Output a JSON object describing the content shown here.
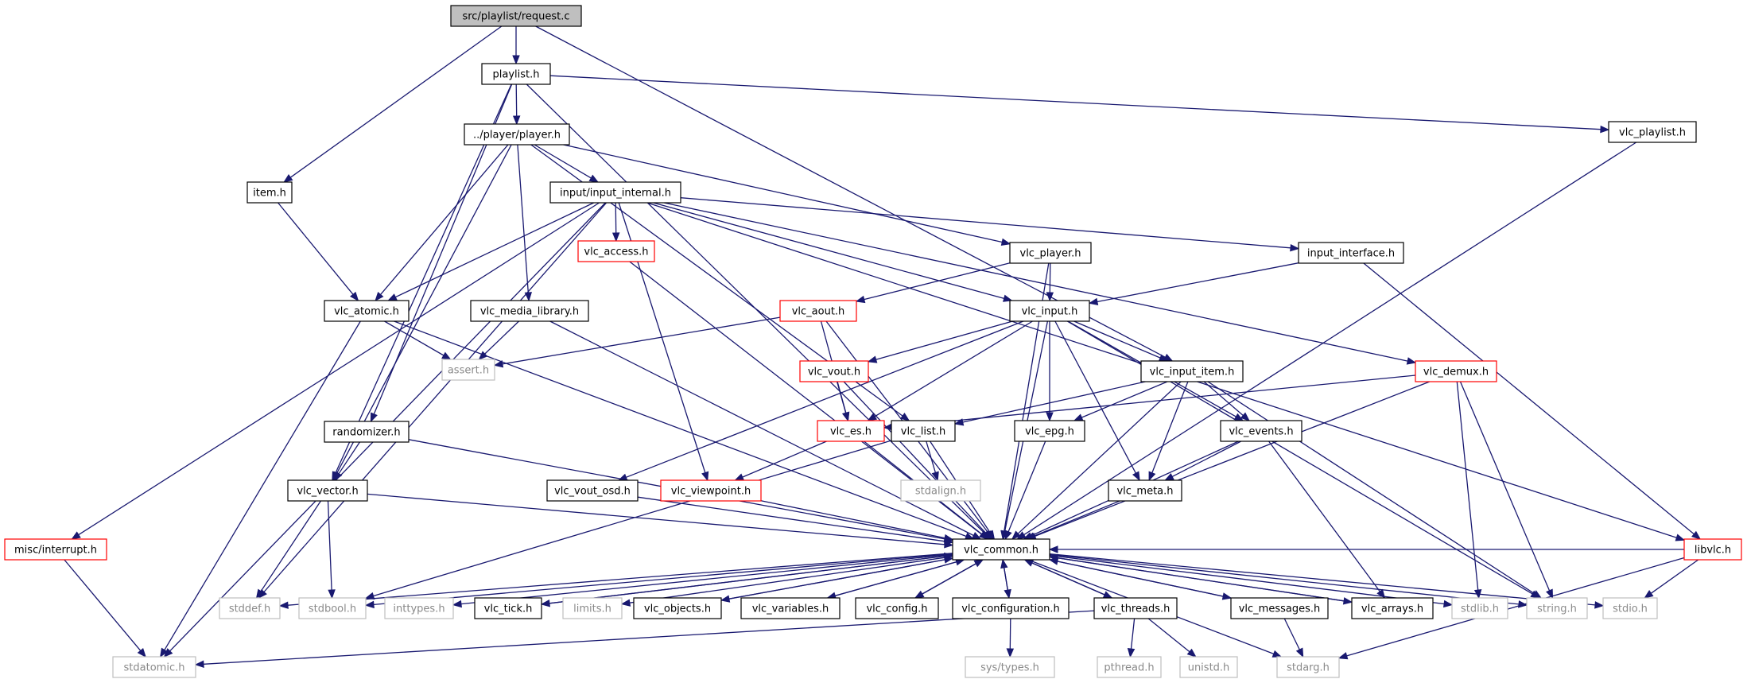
{
  "diagram": {
    "type": "include-dependency-graph",
    "colors": {
      "edge": "#191970",
      "root_fill": "#bfbfbf",
      "file_border": "#000000",
      "truncated_border": "#ff0000",
      "system_border": "#bfbfbf",
      "system_text": "#8a8a8a"
    },
    "nodes": [
      {
        "id": "request",
        "label": "src/playlist/request.c",
        "kind": "root"
      },
      {
        "id": "playlist",
        "label": "playlist.h",
        "kind": "file"
      },
      {
        "id": "player",
        "label": "../player/player.h",
        "kind": "file"
      },
      {
        "id": "vlc_playlist",
        "label": "vlc_playlist.h",
        "kind": "file"
      },
      {
        "id": "item",
        "label": "item.h",
        "kind": "file"
      },
      {
        "id": "input_internal",
        "label": "input/input_internal.h",
        "kind": "file"
      },
      {
        "id": "vlc_access",
        "label": "vlc_access.h",
        "kind": "truncated"
      },
      {
        "id": "vlc_player",
        "label": "vlc_player.h",
        "kind": "file"
      },
      {
        "id": "input_interface",
        "label": "input_interface.h",
        "kind": "file"
      },
      {
        "id": "vlc_atomic",
        "label": "vlc_atomic.h",
        "kind": "file"
      },
      {
        "id": "vlc_media_library",
        "label": "vlc_media_library.h",
        "kind": "file"
      },
      {
        "id": "vlc_aout",
        "label": "vlc_aout.h",
        "kind": "truncated"
      },
      {
        "id": "vlc_input",
        "label": "vlc_input.h",
        "kind": "file"
      },
      {
        "id": "assert",
        "label": "assert.h",
        "kind": "system"
      },
      {
        "id": "vlc_vout",
        "label": "vlc_vout.h",
        "kind": "truncated"
      },
      {
        "id": "vlc_input_item",
        "label": "vlc_input_item.h",
        "kind": "file"
      },
      {
        "id": "vlc_demux",
        "label": "vlc_demux.h",
        "kind": "truncated"
      },
      {
        "id": "randomizer",
        "label": "randomizer.h",
        "kind": "file"
      },
      {
        "id": "vlc_es",
        "label": "vlc_es.h",
        "kind": "truncated"
      },
      {
        "id": "vlc_list",
        "label": "vlc_list.h",
        "kind": "file"
      },
      {
        "id": "vlc_epg",
        "label": "vlc_epg.h",
        "kind": "file"
      },
      {
        "id": "vlc_events",
        "label": "vlc_events.h",
        "kind": "file"
      },
      {
        "id": "vlc_vector",
        "label": "vlc_vector.h",
        "kind": "file"
      },
      {
        "id": "vlc_vout_osd",
        "label": "vlc_vout_osd.h",
        "kind": "file"
      },
      {
        "id": "vlc_viewpoint",
        "label": "vlc_viewpoint.h",
        "kind": "truncated"
      },
      {
        "id": "stdalign",
        "label": "stdalign.h",
        "kind": "system"
      },
      {
        "id": "vlc_meta",
        "label": "vlc_meta.h",
        "kind": "file"
      },
      {
        "id": "misc_interrupt",
        "label": "misc/interrupt.h",
        "kind": "truncated"
      },
      {
        "id": "vlc_common",
        "label": "vlc_common.h",
        "kind": "file"
      },
      {
        "id": "libvlc",
        "label": "libvlc.h",
        "kind": "truncated"
      },
      {
        "id": "stddef",
        "label": "stddef.h",
        "kind": "system"
      },
      {
        "id": "stdbool",
        "label": "stdbool.h",
        "kind": "system"
      },
      {
        "id": "inttypes",
        "label": "inttypes.h",
        "kind": "system"
      },
      {
        "id": "vlc_tick",
        "label": "vlc_tick.h",
        "kind": "file"
      },
      {
        "id": "limits",
        "label": "limits.h",
        "kind": "system"
      },
      {
        "id": "vlc_objects",
        "label": "vlc_objects.h",
        "kind": "file"
      },
      {
        "id": "vlc_variables",
        "label": "vlc_variables.h",
        "kind": "file"
      },
      {
        "id": "vlc_config",
        "label": "vlc_config.h",
        "kind": "file"
      },
      {
        "id": "vlc_configuration",
        "label": "vlc_configuration.h",
        "kind": "file"
      },
      {
        "id": "vlc_threads",
        "label": "vlc_threads.h",
        "kind": "file"
      },
      {
        "id": "vlc_messages",
        "label": "vlc_messages.h",
        "kind": "file"
      },
      {
        "id": "vlc_arrays",
        "label": "vlc_arrays.h",
        "kind": "file"
      },
      {
        "id": "stdlib",
        "label": "stdlib.h",
        "kind": "system"
      },
      {
        "id": "string",
        "label": "string.h",
        "kind": "system"
      },
      {
        "id": "stdio",
        "label": "stdio.h",
        "kind": "system"
      },
      {
        "id": "stdatomic",
        "label": "stdatomic.h",
        "kind": "system"
      },
      {
        "id": "sys_types",
        "label": "sys/types.h",
        "kind": "system"
      },
      {
        "id": "pthread",
        "label": "pthread.h",
        "kind": "system"
      },
      {
        "id": "unistd",
        "label": "unistd.h",
        "kind": "system"
      },
      {
        "id": "stdarg",
        "label": "stdarg.h",
        "kind": "system"
      }
    ],
    "edges": [
      [
        "request",
        "playlist"
      ],
      [
        "request",
        "item"
      ],
      [
        "request",
        "vlc_input_item"
      ],
      [
        "playlist",
        "player"
      ],
      [
        "playlist",
        "vlc_playlist"
      ],
      [
        "playlist",
        "randomizer"
      ],
      [
        "playlist",
        "vlc_vector"
      ],
      [
        "playlist",
        "vlc_common"
      ],
      [
        "player",
        "input_internal"
      ],
      [
        "player",
        "vlc_player"
      ],
      [
        "player",
        "vlc_atomic"
      ],
      [
        "player",
        "vlc_media_library"
      ],
      [
        "player",
        "vlc_list"
      ],
      [
        "player",
        "vlc_vector"
      ],
      [
        "vlc_playlist",
        "vlc_common"
      ],
      [
        "item",
        "vlc_atomic"
      ],
      [
        "input_internal",
        "vlc_access"
      ],
      [
        "input_internal",
        "input_interface"
      ],
      [
        "input_internal",
        "vlc_atomic"
      ],
      [
        "input_internal",
        "vlc_input"
      ],
      [
        "input_internal",
        "vlc_demux"
      ],
      [
        "input_internal",
        "libvlc"
      ],
      [
        "input_internal",
        "vlc_viewpoint"
      ],
      [
        "input_internal",
        "misc_interrupt"
      ],
      [
        "input_internal",
        "stddef"
      ],
      [
        "input_internal",
        "stdatomic"
      ],
      [
        "vlc_access",
        "vlc_common"
      ],
      [
        "vlc_player",
        "vlc_input"
      ],
      [
        "vlc_player",
        "vlc_aout"
      ],
      [
        "vlc_player",
        "vlc_common"
      ],
      [
        "input_interface",
        "vlc_input"
      ],
      [
        "input_interface",
        "libvlc"
      ],
      [
        "vlc_atomic",
        "assert"
      ],
      [
        "vlc_atomic",
        "stdatomic"
      ],
      [
        "vlc_atomic",
        "vlc_common"
      ],
      [
        "vlc_media_library",
        "assert"
      ],
      [
        "vlc_media_library",
        "vlc_common"
      ],
      [
        "vlc_aout",
        "assert"
      ],
      [
        "vlc_aout",
        "vlc_es"
      ],
      [
        "vlc_aout",
        "vlc_common"
      ],
      [
        "vlc_input",
        "vlc_input_item"
      ],
      [
        "vlc_input",
        "vlc_vout"
      ],
      [
        "vlc_input",
        "vlc_es"
      ],
      [
        "vlc_input",
        "vlc_epg"
      ],
      [
        "vlc_input",
        "vlc_events"
      ],
      [
        "vlc_input",
        "vlc_meta"
      ],
      [
        "vlc_input",
        "vlc_vout_osd"
      ],
      [
        "vlc_input",
        "vlc_common"
      ],
      [
        "vlc_input",
        "string"
      ],
      [
        "vlc_vout",
        "vlc_es"
      ],
      [
        "vlc_vout",
        "vlc_common"
      ],
      [
        "vlc_input_item",
        "vlc_list"
      ],
      [
        "vlc_input_item",
        "vlc_epg"
      ],
      [
        "vlc_input_item",
        "vlc_events"
      ],
      [
        "vlc_input_item",
        "vlc_meta"
      ],
      [
        "vlc_input_item",
        "vlc_common"
      ],
      [
        "vlc_input_item",
        "string"
      ],
      [
        "vlc_demux",
        "vlc_es"
      ],
      [
        "vlc_demux",
        "vlc_common"
      ],
      [
        "vlc_demux",
        "stdlib"
      ],
      [
        "vlc_demux",
        "string"
      ],
      [
        "randomizer",
        "vlc_vector"
      ],
      [
        "randomizer",
        "vlc_common"
      ],
      [
        "vlc_es",
        "vlc_viewpoint"
      ],
      [
        "vlc_es",
        "vlc_common"
      ],
      [
        "vlc_list",
        "stdalign"
      ],
      [
        "vlc_list",
        "stdbool"
      ],
      [
        "vlc_list",
        "vlc_common"
      ],
      [
        "vlc_epg",
        "vlc_common"
      ],
      [
        "vlc_events",
        "vlc_meta"
      ],
      [
        "vlc_events",
        "vlc_common"
      ],
      [
        "vlc_events",
        "vlc_arrays"
      ],
      [
        "vlc_vector",
        "stddef"
      ],
      [
        "vlc_vector",
        "stdbool"
      ],
      [
        "vlc_vector",
        "vlc_common"
      ],
      [
        "vlc_vout_osd",
        "vlc_common"
      ],
      [
        "vlc_viewpoint",
        "vlc_common"
      ],
      [
        "vlc_meta",
        "vlc_common"
      ],
      [
        "misc_interrupt",
        "stdatomic"
      ],
      [
        "libvlc",
        "vlc_common"
      ],
      [
        "libvlc",
        "stdio"
      ],
      [
        "libvlc",
        "stdarg"
      ],
      [
        "vlc_common",
        "stddef"
      ],
      [
        "vlc_common",
        "stdbool"
      ],
      [
        "vlc_common",
        "inttypes"
      ],
      [
        "vlc_common",
        "vlc_tick"
      ],
      [
        "vlc_common",
        "limits"
      ],
      [
        "vlc_common",
        "vlc_objects"
      ],
      [
        "vlc_common",
        "vlc_variables"
      ],
      [
        "vlc_common",
        "vlc_config"
      ],
      [
        "vlc_common",
        "vlc_configuration"
      ],
      [
        "vlc_common",
        "vlc_threads"
      ],
      [
        "vlc_common",
        "vlc_messages"
      ],
      [
        "vlc_common",
        "vlc_arrays"
      ],
      [
        "vlc_common",
        "stdlib"
      ],
      [
        "vlc_common",
        "string"
      ],
      [
        "vlc_common",
        "stdio"
      ],
      [
        "vlc_common",
        "stdarg"
      ],
      [
        "vlc_tick",
        "vlc_common"
      ],
      [
        "vlc_objects",
        "vlc_common"
      ],
      [
        "vlc_variables",
        "vlc_common"
      ],
      [
        "vlc_config",
        "vlc_common"
      ],
      [
        "vlc_configuration",
        "vlc_common"
      ],
      [
        "vlc_threads",
        "vlc_common"
      ],
      [
        "vlc_messages",
        "vlc_common"
      ],
      [
        "vlc_arrays",
        "vlc_common"
      ],
      [
        "vlc_configuration",
        "sys_types"
      ],
      [
        "vlc_threads",
        "stdatomic"
      ],
      [
        "vlc_threads",
        "pthread"
      ],
      [
        "vlc_threads",
        "unistd"
      ],
      [
        "vlc_messages",
        "stdarg"
      ]
    ]
  }
}
